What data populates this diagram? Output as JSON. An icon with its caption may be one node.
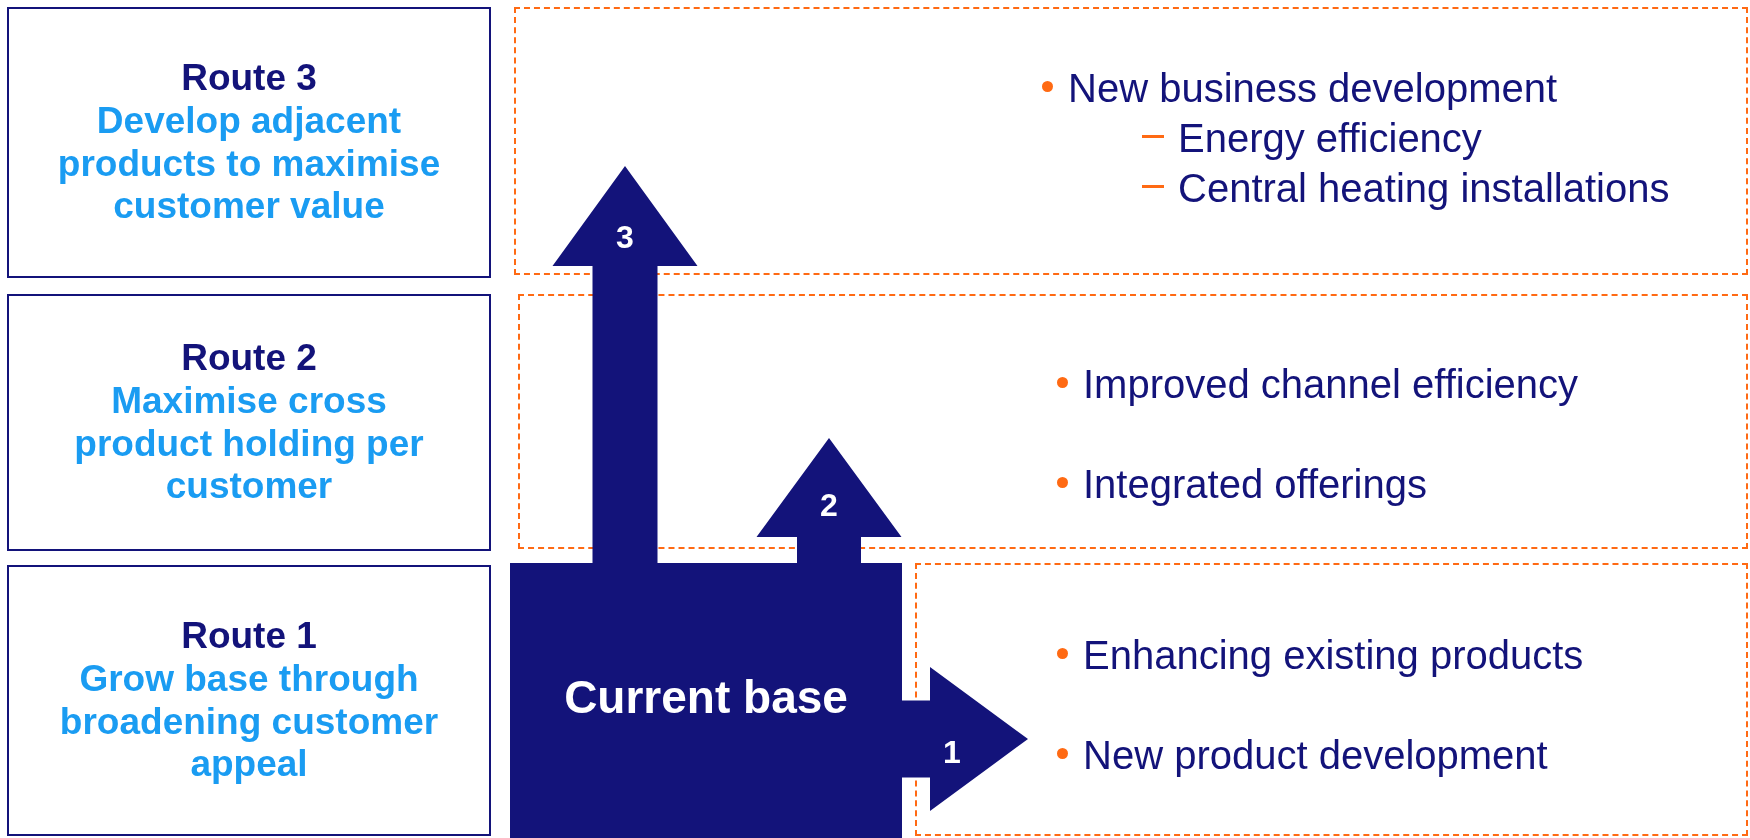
{
  "diagram": {
    "nodes": [
      {
        "text": [
          "Route 3",
          "Develop adjacent products to maximise customer value"
        ]
      },
      {
        "text": [
          "Route 2",
          "Maximise cross product holding per customer"
        ]
      },
      {
        "text": [
          "Route 1",
          "Grow base through broadening customer appeal"
        ]
      },
      {
        "text": [
          "New business development",
          "Energy efficiency",
          "Central heating installations"
        ]
      },
      {
        "text": [
          "Improved channel efficiency",
          "Integrated offerings"
        ]
      },
      {
        "text": [
          "Enhancing existing products",
          "New product development"
        ]
      },
      {
        "text": [
          "Current base"
        ]
      }
    ],
    "edges": [
      {
        "from": 6,
        "to": 3,
        "arrow": "to",
        "label": "3"
      },
      {
        "from": 6,
        "to": 4,
        "arrow": "to",
        "label": "2"
      },
      {
        "from": 6,
        "to": 5,
        "arrow": "to",
        "label": "1"
      }
    ]
  }
}
